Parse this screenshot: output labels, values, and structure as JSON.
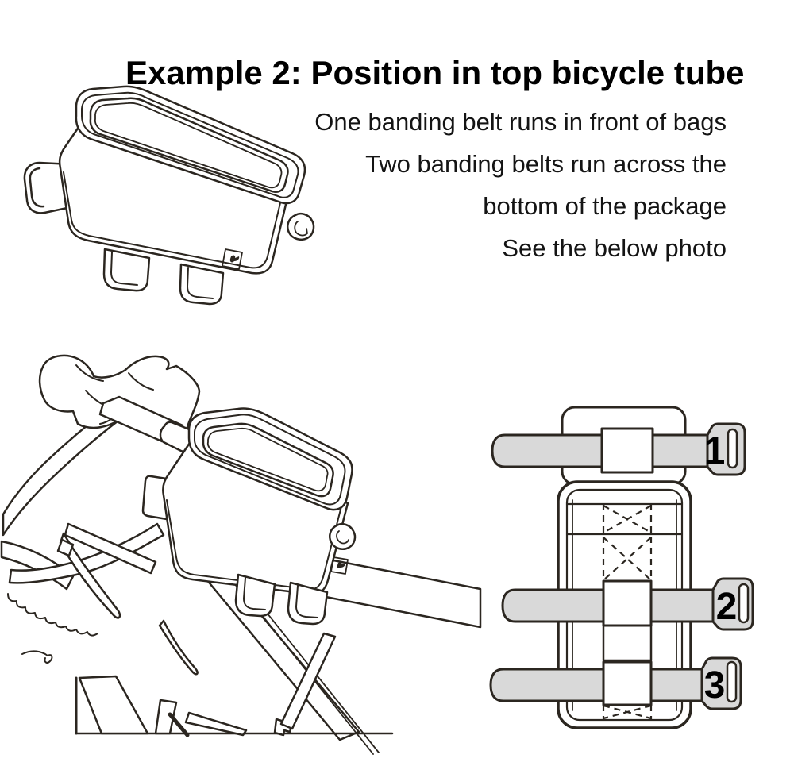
{
  "page": {
    "title": "Example 2: Position in top bicycle tube",
    "background_color": "#ffffff",
    "line_color": "#2b2620"
  },
  "instructions": {
    "lines": [
      "One banding belt runs in front of bags",
      "Two banding belts run across the",
      "bottom of the package",
      "See the below photo"
    ]
  },
  "illustrations": {
    "bag": {
      "name": "top-tube phone bag line drawing"
    },
    "bicycle": {
      "name": "bicycle front section with mounted top-tube bag"
    },
    "strap_diagram": {
      "name": "package bottom with three banding belts",
      "belt_fill": "#d9d9d9",
      "belts": [
        {
          "label": "1"
        },
        {
          "label": "2"
        },
        {
          "label": "3"
        }
      ]
    }
  }
}
